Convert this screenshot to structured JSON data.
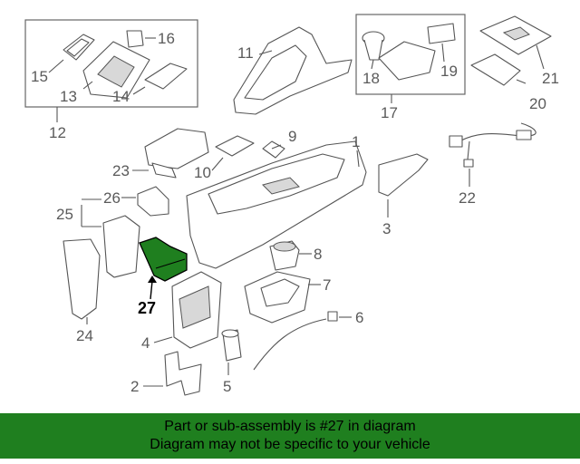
{
  "diagram": {
    "callouts": {
      "c1": "1",
      "c2": "2",
      "c3": "3",
      "c4": "4",
      "c5": "5",
      "c6": "6",
      "c7": "7",
      "c8": "8",
      "c9": "9",
      "c10": "10",
      "c11": "11",
      "c12": "12",
      "c13": "13",
      "c14": "14",
      "c15": "15",
      "c16": "16",
      "c17": "17",
      "c18": "18",
      "c19": "19",
      "c20": "20",
      "c21": "21",
      "c22": "22",
      "c23": "23",
      "c24": "24",
      "c25": "25",
      "c26": "26",
      "c27": "27"
    },
    "highlight_color": "#1f7f1f",
    "highlighted_part": "27"
  },
  "footer": {
    "line1": "Part or sub-assembly is #27 in diagram",
    "line2": "Diagram may not be specific to your vehicle",
    "background": "#1f7f1f"
  }
}
